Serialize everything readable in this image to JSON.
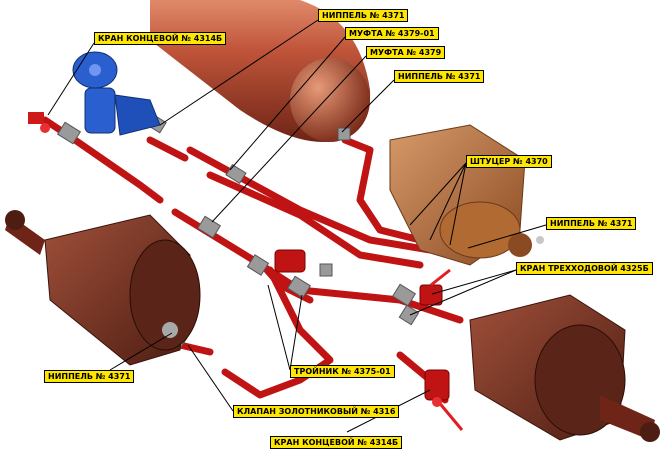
{
  "labels": {
    "kran_end_top": "КРАН КОНЦЕВОЙ № 4314Б",
    "nippel_top": "НИППЕЛЬ № 4371",
    "mufta_4379_01": "МУФТА № 4379-01",
    "mufta_4379": "МУФТА № 4379",
    "nippel_reservoir": "НИППЕЛЬ № 4371",
    "shtutser": "ШТУЦЕР № 4370",
    "nippel_right": "НИППЕЛЬ № 4371",
    "kran_3way": "КРАН ТРЕХХОДОВОЙ 4325Б",
    "nippel_left": "НИППЕЛЬ № 4371",
    "troynik": "ТРОЙНИК № 4375-01",
    "klapan": "КЛАПАН ЗОЛОТНИКОВЫЙ № 4316",
    "kran_end_bottom": "КРАН КОНЦЕВОЙ № 4314Б"
  },
  "colors": {
    "label_bg": "#ffe600",
    "pipe": "#c01414",
    "reservoir": "#b84a30",
    "cylinder": "#7a3323",
    "valve_blue": "#2a5fd0",
    "distributor": "#a85a2a"
  }
}
